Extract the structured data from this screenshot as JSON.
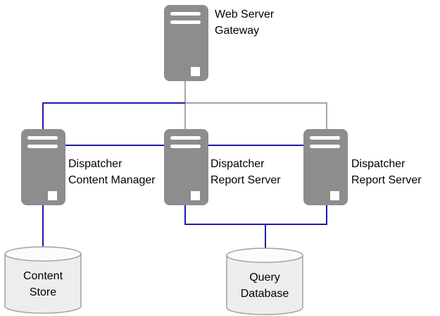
{
  "diagram": {
    "type": "network-architecture",
    "nodes": {
      "gateway": {
        "kind": "server",
        "line1": "Web Server",
        "line2": "Gateway"
      },
      "content_manager": {
        "kind": "server",
        "line1": "Dispatcher",
        "line2": "Content Manager"
      },
      "report_server_1": {
        "kind": "server",
        "line1": "Dispatcher",
        "line2": "Report Server"
      },
      "report_server_2": {
        "kind": "server",
        "line1": "Dispatcher",
        "line2": "Report Server"
      },
      "content_store": {
        "kind": "database",
        "line1": "Content",
        "line2": "Store"
      },
      "query_database": {
        "kind": "database",
        "line1": "Query",
        "line2": "Database"
      }
    },
    "edges": [
      {
        "from": "gateway",
        "to": "report_server_1",
        "color": "gray"
      },
      {
        "from": "gateway",
        "to": "content_manager",
        "color": "blue"
      },
      {
        "from": "gateway",
        "to": "report_server_2",
        "color": "gray"
      },
      {
        "from": "content_manager",
        "to": "report_server_1",
        "color": "blue"
      },
      {
        "from": "report_server_1",
        "to": "report_server_2",
        "color": "blue"
      },
      {
        "from": "content_manager",
        "to": "content_store",
        "color": "blue"
      },
      {
        "from": "report_server_1",
        "to": "query_database",
        "color": "blue"
      },
      {
        "from": "report_server_2",
        "to": "query_database",
        "color": "blue"
      }
    ],
    "colors": {
      "server_gray": "#8d8d8d",
      "line_gray": "#a6a6a6",
      "line_blue": "#1b1bb3",
      "cylinder_fill": "#ededed",
      "cylinder_top_fill": "#fbfbfb",
      "cylinder_stroke": "#a0a0a0",
      "text_color": "#000000",
      "bg_color": "#ffffff"
    }
  }
}
